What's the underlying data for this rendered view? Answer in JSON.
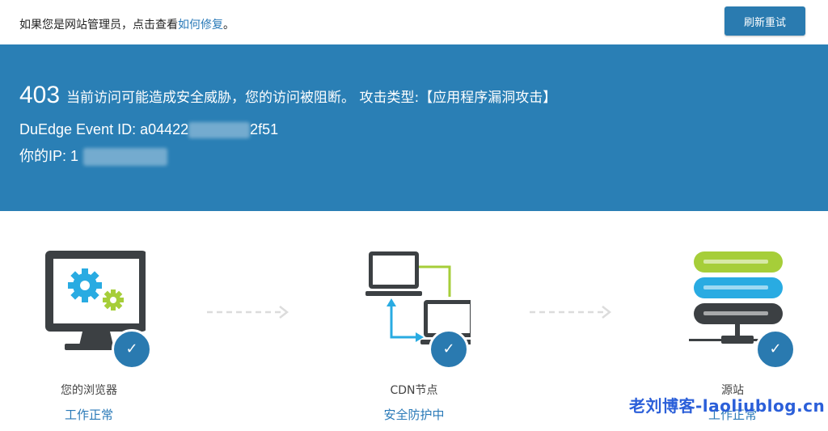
{
  "notice": {
    "text": "如果您是网站管理员，点击查看",
    "link": "如何修复",
    "suffix": "。",
    "retry_button": "刷新重试"
  },
  "error": {
    "code": "403",
    "message": "当前访问可能造成安全威胁，您的访问被阻断。 攻击类型:【应用程序漏洞攻击】",
    "event_label": "DuEdge Event ID: a04422",
    "event_tail": "2f51",
    "ip_label": "你的IP: 1"
  },
  "steps": [
    {
      "label": "您的浏览器",
      "status": "工作正常",
      "icon": "browser-monitor-icon"
    },
    {
      "label": "CDN节点",
      "status": "安全防护中",
      "icon": "cdn-network-icon"
    },
    {
      "label": "源站",
      "status": "工作正常",
      "icon": "server-icon"
    }
  ],
  "watermark": "老刘博客-laoliublog.cn",
  "colors": {
    "banner": "#2a7fb5",
    "accent": "#2a7ab0",
    "green": "#a6ce39",
    "cyan": "#29abe2",
    "dark": "#3c4043"
  }
}
